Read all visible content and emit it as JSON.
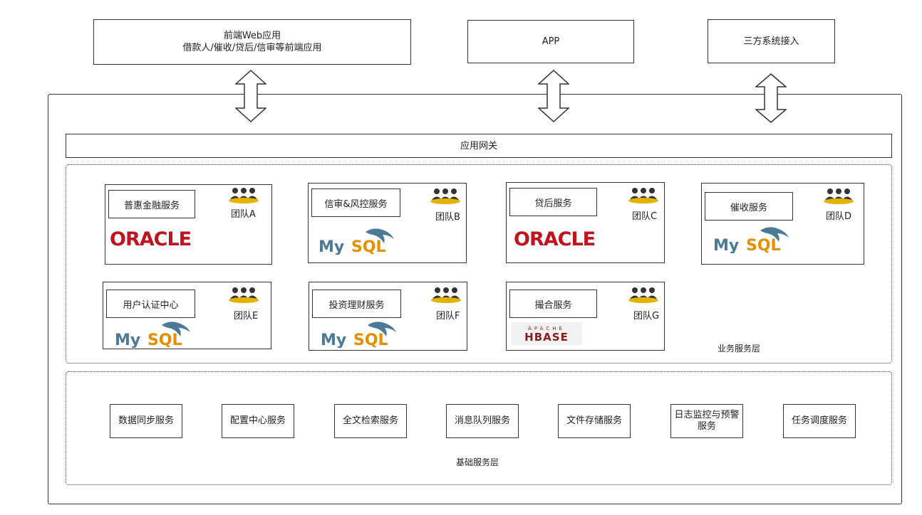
{
  "clients": {
    "web": {
      "line1": "前端Web应用",
      "line2": "借款人/催收/贷后/信审等前端应用"
    },
    "app": "APP",
    "third": "三方系统接入"
  },
  "gateway": "应用网关",
  "business_layer": {
    "label": "业务服务层",
    "services": [
      {
        "name": "普惠金融服务",
        "team": "团队A",
        "db": "ORACLE"
      },
      {
        "name": "信审&风控服务",
        "team": "团队B",
        "db": "MySQL"
      },
      {
        "name": "贷后服务",
        "team": "团队C",
        "db": "ORACLE"
      },
      {
        "name": "催收服务",
        "team": "团队D",
        "db": "MySQL"
      },
      {
        "name": "用户认证中心",
        "team": "团队E",
        "db": "MySQL"
      },
      {
        "name": "投资理财服务",
        "team": "团队F",
        "db": "MySQL"
      },
      {
        "name": "撮合服务",
        "team": "团队G",
        "db": "HBASE"
      }
    ]
  },
  "base_layer": {
    "label": "基础服务层",
    "services": [
      "数据同步服务",
      "配置中心服务",
      "全文检索服务",
      "消息队列服务",
      "文件存储服务",
      "日志监控与预警服务",
      "任务调度服务"
    ]
  },
  "logos": {
    "oracle": "ORACLE",
    "mysql_my": "My",
    "mysql_sql": "SQL",
    "hbase_top": "APACHE",
    "hbase_main": "HBASE"
  },
  "colors": {
    "oracle": "#c1121f",
    "mysql_blue": "#4b7a97",
    "mysql_orange": "#e48e00",
    "team_icon": "#e3b300",
    "hbase": "#8a1c1c"
  }
}
